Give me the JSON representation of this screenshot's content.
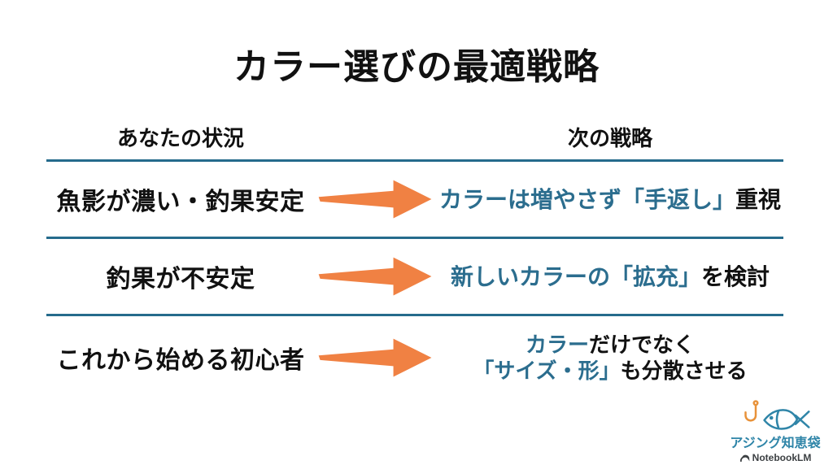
{
  "title": "カラー選びの最適戦略",
  "table": {
    "headers": {
      "situation": "あなたの状況",
      "strategy": "次の戦略"
    },
    "rows": [
      {
        "situation": "魚影が濃い・釣果安定",
        "strategy_teal": "カラーは増やさず「手返し」",
        "strategy_black": "重視"
      },
      {
        "situation": "釣果が不安定",
        "strategy_teal": "新しいカラーの「拡充」",
        "strategy_black": "を検討"
      },
      {
        "situation": "これから始める初心者",
        "strategy_line1_teal": "カラー",
        "strategy_line1_black": "だけでなく",
        "strategy_line2_teal": "「サイズ・形」",
        "strategy_line2_black": "も分散させる"
      }
    ]
  },
  "footer": {
    "brand": "アジング知恵袋",
    "attribution": "NotebookLM"
  },
  "icons": {
    "arrow": "arrow-right-icon",
    "fish": "fish-logo-icon",
    "hook": "fishing-hook-icon",
    "notebooklm": "notebooklm-icon"
  },
  "colors": {
    "text_black": "#111111",
    "teal_text": "#2b6d8e",
    "divider": "#256b8c",
    "arrow_orange": "#f08143",
    "hook_orange": "#e8923a",
    "brand_teal": "#2f85a8",
    "background": "#ffffff"
  }
}
